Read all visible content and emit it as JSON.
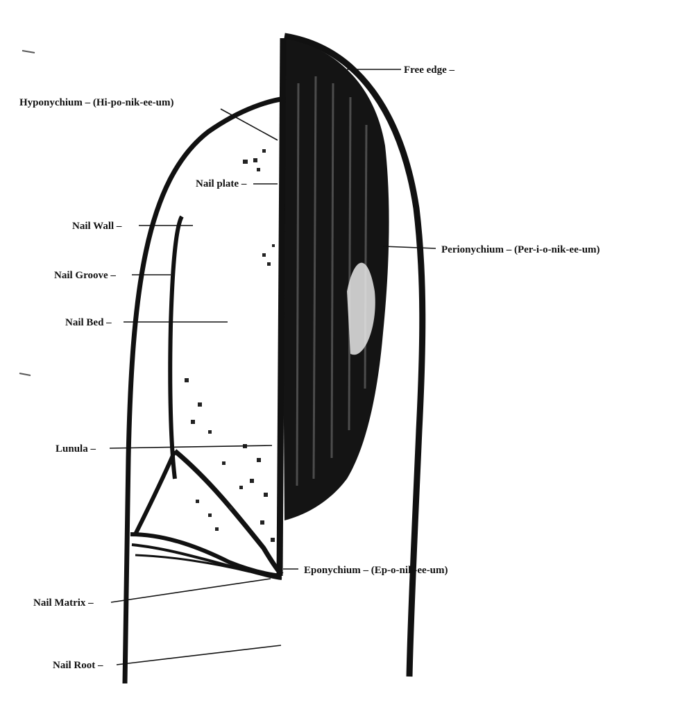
{
  "labels": {
    "free_edge": "Free edge –",
    "hyponychium": "Hyponychium – (Hi-po-nik-ee-um)",
    "nail_plate": "Nail plate –",
    "nail_wall": "Nail Wall –",
    "perionychium": "Perionychium – (Per-i-o-nik-ee-um)",
    "nail_groove": "Nail Groove –",
    "nail_bed": "Nail Bed –",
    "lunula": "Lunula –",
    "eponychium": "Eponychium – (Ep-o-nik-ee-um)",
    "nail_matrix": "Nail Matrix –",
    "nail_root": "Nail Root –"
  },
  "colors": {
    "ink": "#111111",
    "paper": "#ffffff"
  }
}
